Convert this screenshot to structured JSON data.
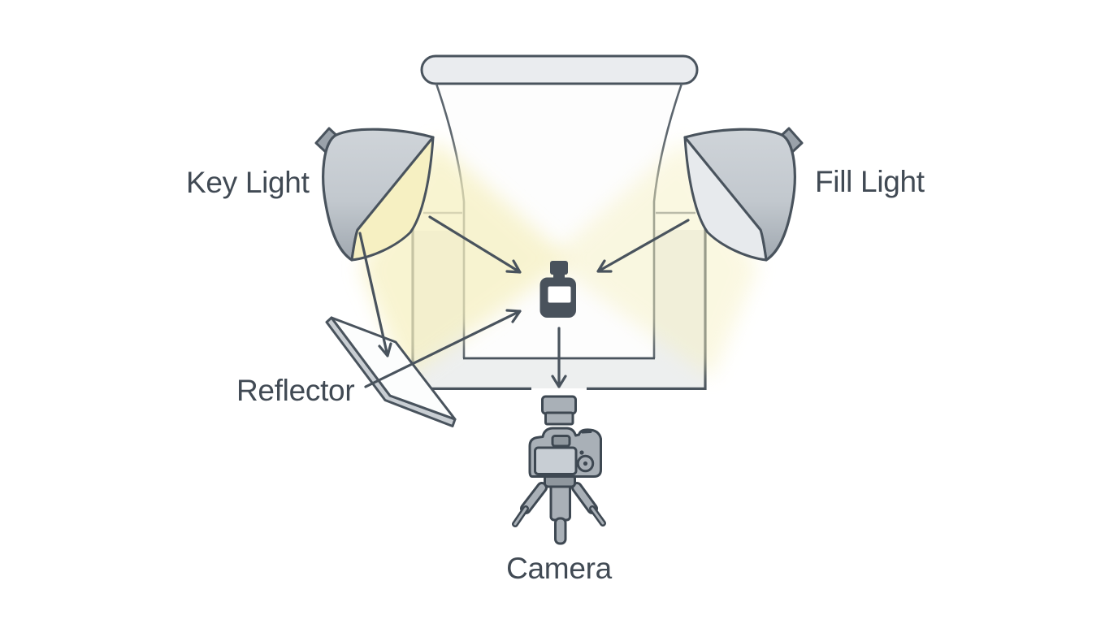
{
  "diagram": {
    "labels": {
      "key_light": "Key Light",
      "fill_light": "Fill Light",
      "reflector": "Reflector",
      "camera": "Camera"
    },
    "icons": {
      "key_light": "studio-light-icon",
      "fill_light": "studio-light-icon",
      "reflector": "reflector-panel-icon",
      "product": "perfume-bottle-icon",
      "camera": "dslr-camera-on-tripod-icon",
      "backdrop": "seamless-backdrop-sweep",
      "table": "shooting-table"
    },
    "arrows": [
      {
        "name": "key-light-to-product"
      },
      {
        "name": "fill-light-to-product"
      },
      {
        "name": "key-light-to-reflector"
      },
      {
        "name": "reflector-to-product"
      },
      {
        "name": "product-to-camera"
      }
    ]
  },
  "colors": {
    "background": "#ffffff",
    "outline": "#49535d",
    "cam_outline": "#3e4852",
    "text": "#414a54",
    "dome_light": "#cfd4d9",
    "dome_mid": "#c2c8ce",
    "dome_dark": "#a0a8b0",
    "stem": "#9aa2aa",
    "key_face": "#f6f0c2",
    "fill_face": "#e7eaed",
    "beam": "#f6f0c0",
    "paper_roll": "#eaecef",
    "sweep_white": "#fdfdfd",
    "table_gray": "#edefef",
    "wall_line": "#5c656e",
    "lip_line": "#878e96",
    "reflector_face": "#fcfdfd",
    "reflector_edge": "#c9ced3",
    "product": "#49525c",
    "camera_gray": "#a9b0b7",
    "camera_dark_gray": "#8f979e",
    "camera_screen": "#c8ced4",
    "arrow": "#49535d"
  }
}
